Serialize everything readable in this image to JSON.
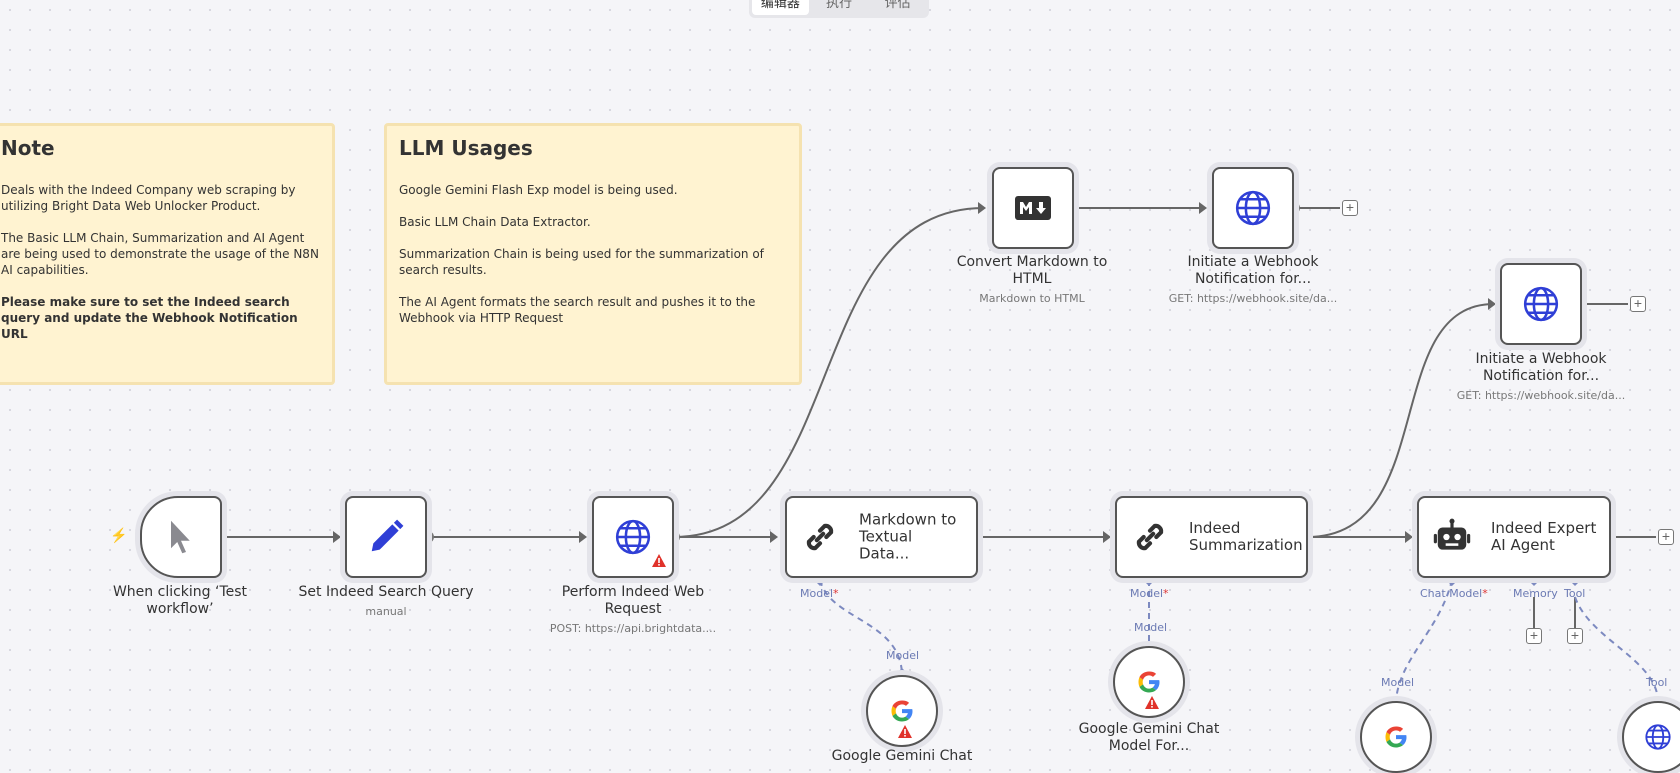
{
  "tabs": [
    "编辑器",
    "执行",
    "评估"
  ],
  "sticky_notes": [
    {
      "title": "Note",
      "paragraphs": [
        "Deals with the Indeed Company web scraping by utilizing Bright Data Web Unlocker Product.",
        "The Basic LLM Chain, Summarization and AI Agent are being used to demonstrate the usage of the N8N AI capabilities."
      ],
      "bold": "Please make sure to set the Indeed search query and update the Webhook Notification URL"
    },
    {
      "title": "LLM Usages",
      "paragraphs": [
        "Google Gemini Flash Exp model is being used.",
        "Basic LLM Chain Data Extractor.",
        "Summarization Chain is being used for the summarization of search results.",
        "The AI Agent formats the search result and pushes it to the Webhook via HTTP Request"
      ]
    }
  ],
  "nodes": {
    "trigger": {
      "label": "When clicking ‘Test workflow’",
      "icon": "cursor-icon"
    },
    "set_query": {
      "label": "Set Indeed Search Query",
      "sub": "manual",
      "icon": "pencil-icon"
    },
    "http": {
      "label": "Perform Indeed Web Request",
      "sub": "POST: https://api.brightdata....",
      "icon": "globe-icon"
    },
    "markdown_html": {
      "label": "Convert Markdown to HTML",
      "sub": "Markdown to HTML",
      "icon": "markdown-icon"
    },
    "webhook1": {
      "label": "Initiate a Webhook Notification for...",
      "sub": "GET: https://webhook.site/da...",
      "icon": "globe-icon"
    },
    "webhook2": {
      "label": "Initiate a Webhook Notification for...",
      "sub": "GET: https://webhook.site/da...",
      "icon": "globe-icon"
    },
    "extractor": {
      "title": "Markdown to Textual Data...",
      "icon": "link-icon"
    },
    "summarization": {
      "title": "Indeed Summarization",
      "icon": "link-icon"
    },
    "agent": {
      "title": "Indeed Expert AI Agent",
      "icon": "robot-icon"
    },
    "gemini1": {
      "label": "Google Gemini Chat",
      "icon": "google-icon"
    },
    "gemini2": {
      "label": "Google Gemini Chat Model For...",
      "icon": "google-icon"
    }
  },
  "ports": {
    "model": "Model",
    "chat_model": "Chat Model",
    "memory": "Memory",
    "tool": "Tool",
    "required_mark": "*"
  },
  "colors": {
    "sticky_bg": "#fff3d1",
    "accent_blue": "#2f3fd6",
    "port": "#6b7ab3",
    "warning": "#e0322a"
  }
}
